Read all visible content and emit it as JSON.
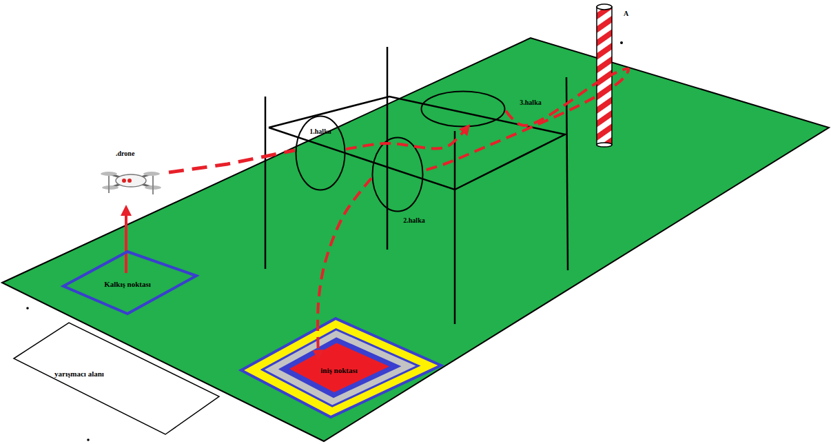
{
  "diagram": {
    "nodes": [
      {
        "text": [
          "Kalkış noktası"
        ]
      },
      {
        "text": [
          "1.halka"
        ]
      },
      {
        "text": [
          "2.halka"
        ]
      },
      {
        "text": [
          "3.halka"
        ]
      },
      {
        "text": [
          "iniş noktası"
        ]
      },
      {
        "text": [
          "yarışmacı alanı"
        ]
      }
    ],
    "edges": [
      {
        "from": 1,
        "to": 3,
        "arrow": "to"
      },
      {
        "from": 3,
        "to": 2,
        "arrow": "none"
      },
      {
        "from": 2,
        "to": 4,
        "arrow": "to"
      }
    ],
    "labels": [
      ".drone",
      "A"
    ]
  }
}
